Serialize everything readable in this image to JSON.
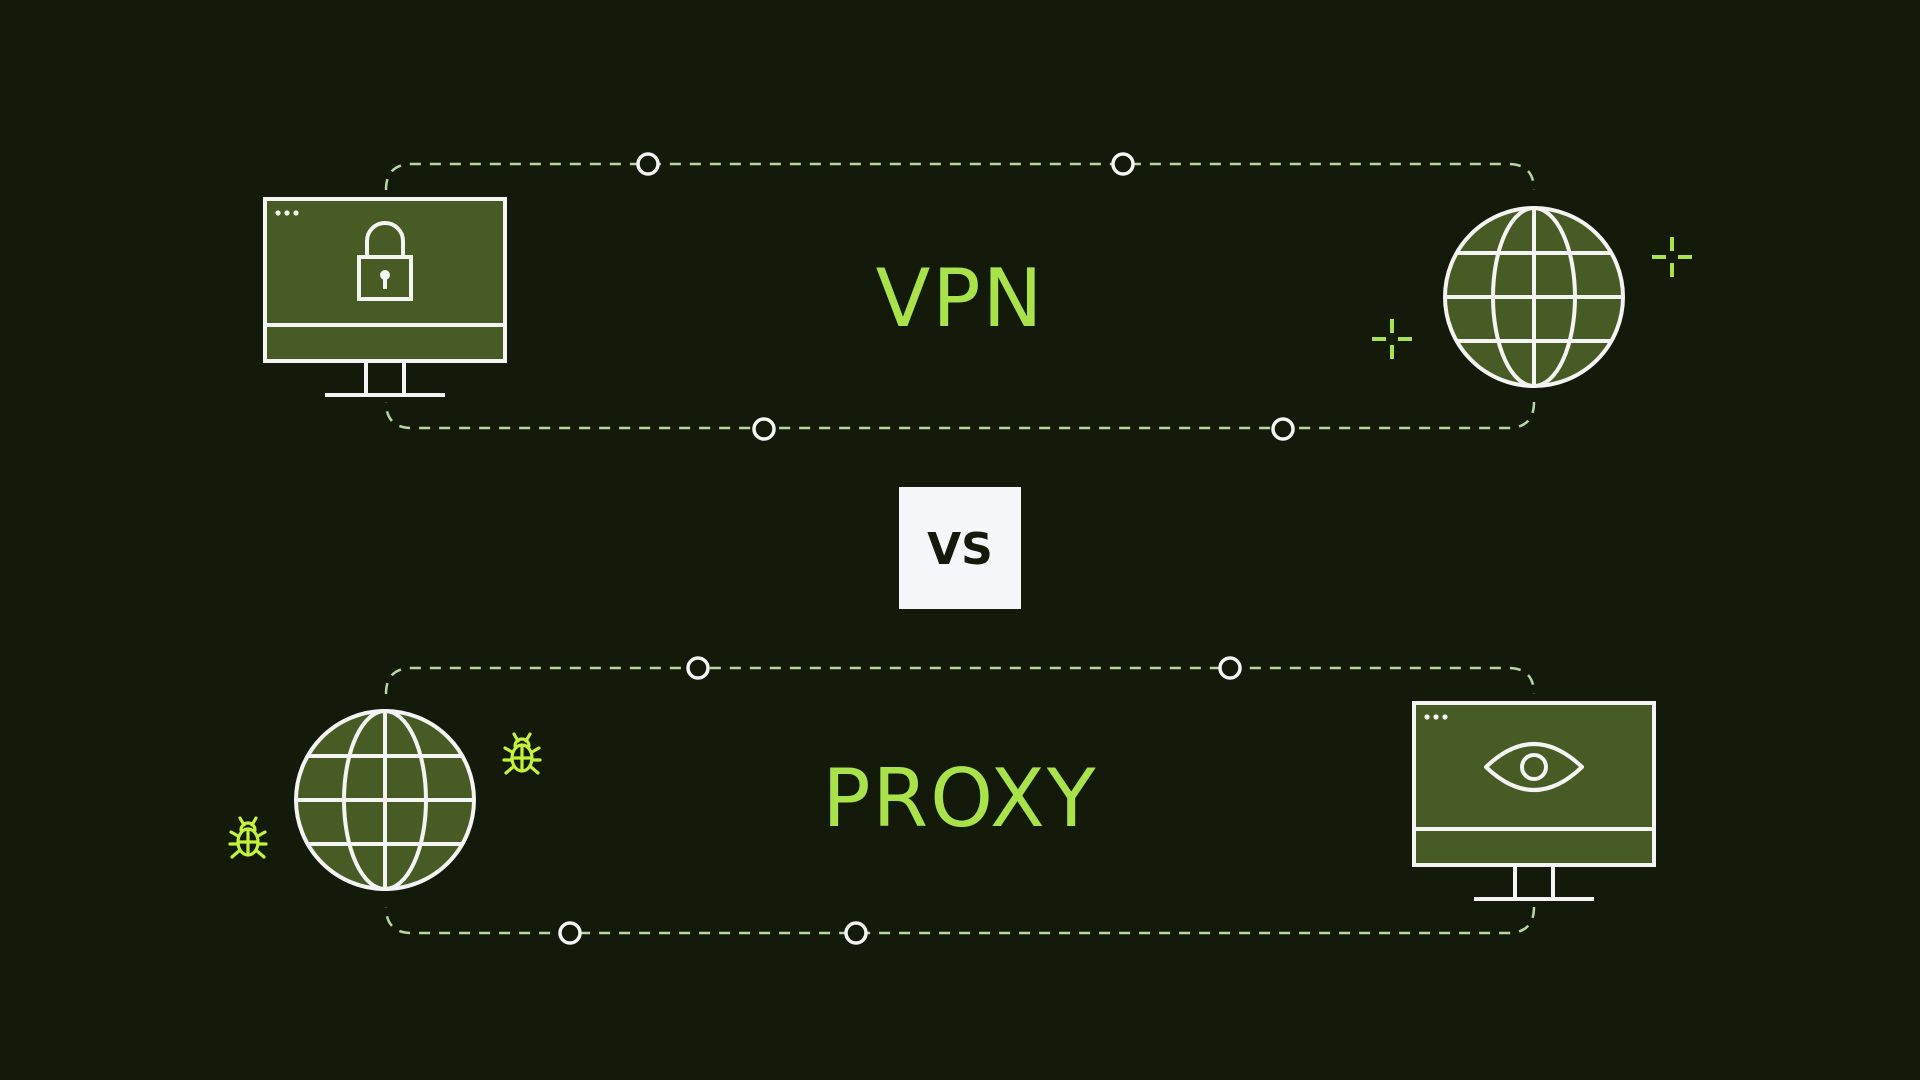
{
  "colors": {
    "background": "#141a09",
    "panel_green": "#475c24",
    "accent_lime": "#a9e24a",
    "bright_lime": "#c4f23a",
    "white": "#f4f4f4",
    "dash": "#b8d8a2",
    "vs_box": "#f5f8fb",
    "vs_text": "#141a09"
  },
  "vpn": {
    "title": "VPN",
    "client_icon": "locked-monitor-icon",
    "server_icon": "globe-icon",
    "decor_icon": "sparkle-icon"
  },
  "divider": {
    "label": "VS"
  },
  "proxy": {
    "title": "PROXY",
    "client_icon": "globe-icon",
    "server_icon": "eye-monitor-icon",
    "decor_icon": "bug-icon"
  }
}
